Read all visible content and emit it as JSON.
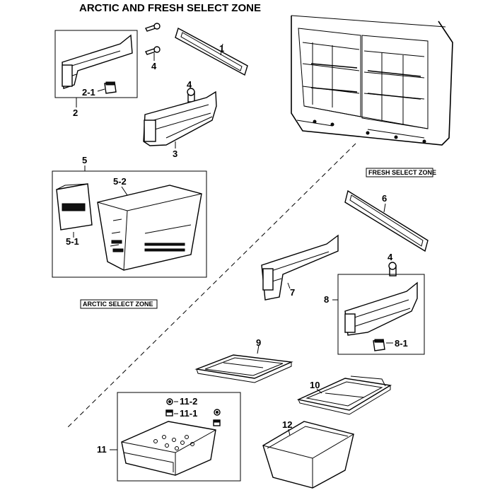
{
  "title": "ARCTIC AND FRESH SELECT ZONE",
  "zones": {
    "fresh": "FRESH SELECT ZONE",
    "arctic": "ARCTIC SELECT ZONE"
  },
  "callouts": {
    "p1": "1",
    "p2": "2",
    "p2_1": "2-1",
    "p3": "3",
    "p4a": "4",
    "p4b": "4",
    "p4c": "4",
    "p5": "5",
    "p5_1": "5-1",
    "p5_2": "5-2",
    "p6": "6",
    "p7": "7",
    "p8": "8",
    "p8_1": "8-1",
    "p9": "9",
    "p10": "10",
    "p11": "11",
    "p11_1": "11-1",
    "p11_2": "11-2",
    "p12": "12"
  }
}
